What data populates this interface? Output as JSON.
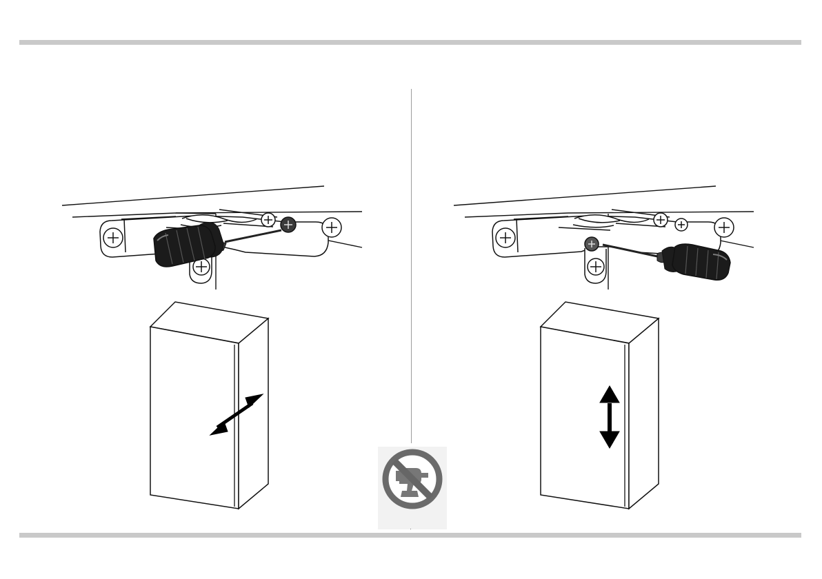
{
  "page": {
    "domain": "Diagram"
  },
  "panels": {
    "left": {
      "instruction_icon": "screwdriver-icon",
      "movement_arrow": "double-arrow-diagonal"
    },
    "right": {
      "instruction_icon": "screwdriver-icon",
      "movement_arrow": "double-arrow-vertical"
    }
  },
  "symbols": {
    "no_power_tool": "no-power-drill-icon"
  },
  "colors": {
    "rule": "#c9c9c9",
    "divider": "#9b9b9b",
    "line": "#111111",
    "handle": "#1b1b1b",
    "prohibition": "#555555"
  }
}
